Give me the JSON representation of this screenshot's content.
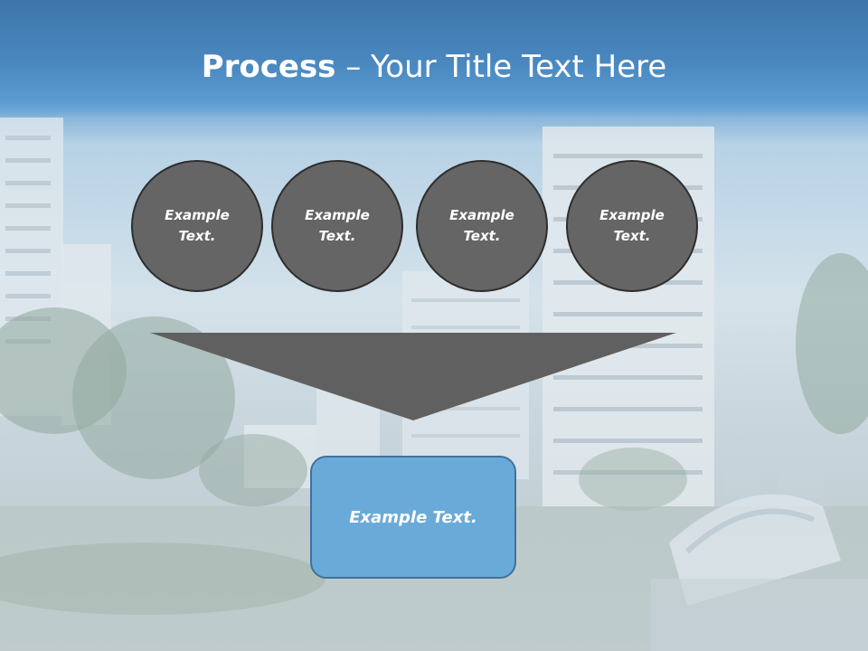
{
  "slide": {
    "title_bold": "Process",
    "title_rest": " – Your Title Text Here",
    "circles": [
      "Example Text.",
      "Example Text.",
      "Example Text.",
      "Example Text."
    ],
    "result_text": "Example Text."
  },
  "colors": {
    "title_bar": "#4a88c0",
    "circle_fill": "#656565",
    "funnel_fill": "#606060",
    "result_fill": "#6aaad8",
    "result_border": "#41719c"
  },
  "icons": [
    "background-city-photo"
  ]
}
